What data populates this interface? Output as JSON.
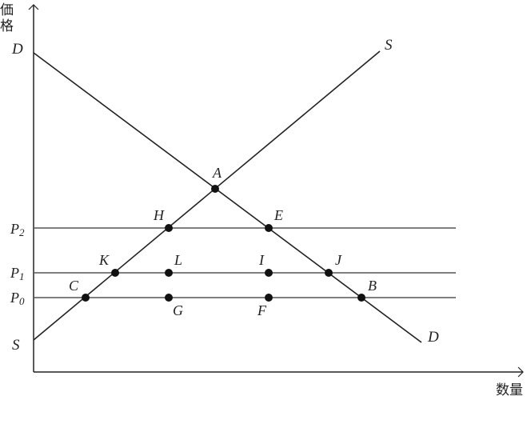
{
  "axes": {
    "y_title_line1": "価",
    "y_title_line2": "格",
    "x_title": "数量"
  },
  "curves": {
    "demand_top_label": "D",
    "demand_bottom_label": "D",
    "supply_top_label": "S",
    "supply_bottom_label": "S"
  },
  "price_levels": [
    {
      "base": "P",
      "sub": "2"
    },
    {
      "base": "P",
      "sub": "1"
    },
    {
      "base": "P",
      "sub": "0"
    }
  ],
  "points": {
    "A": "A",
    "B": "B",
    "C": "C",
    "E": "E",
    "F": "F",
    "G": "G",
    "H": "H",
    "I": "I",
    "J": "J",
    "K": "K",
    "L": "L"
  },
  "colors": {
    "line": "#222222",
    "price_line": "#555555",
    "dot": "#111111"
  }
}
